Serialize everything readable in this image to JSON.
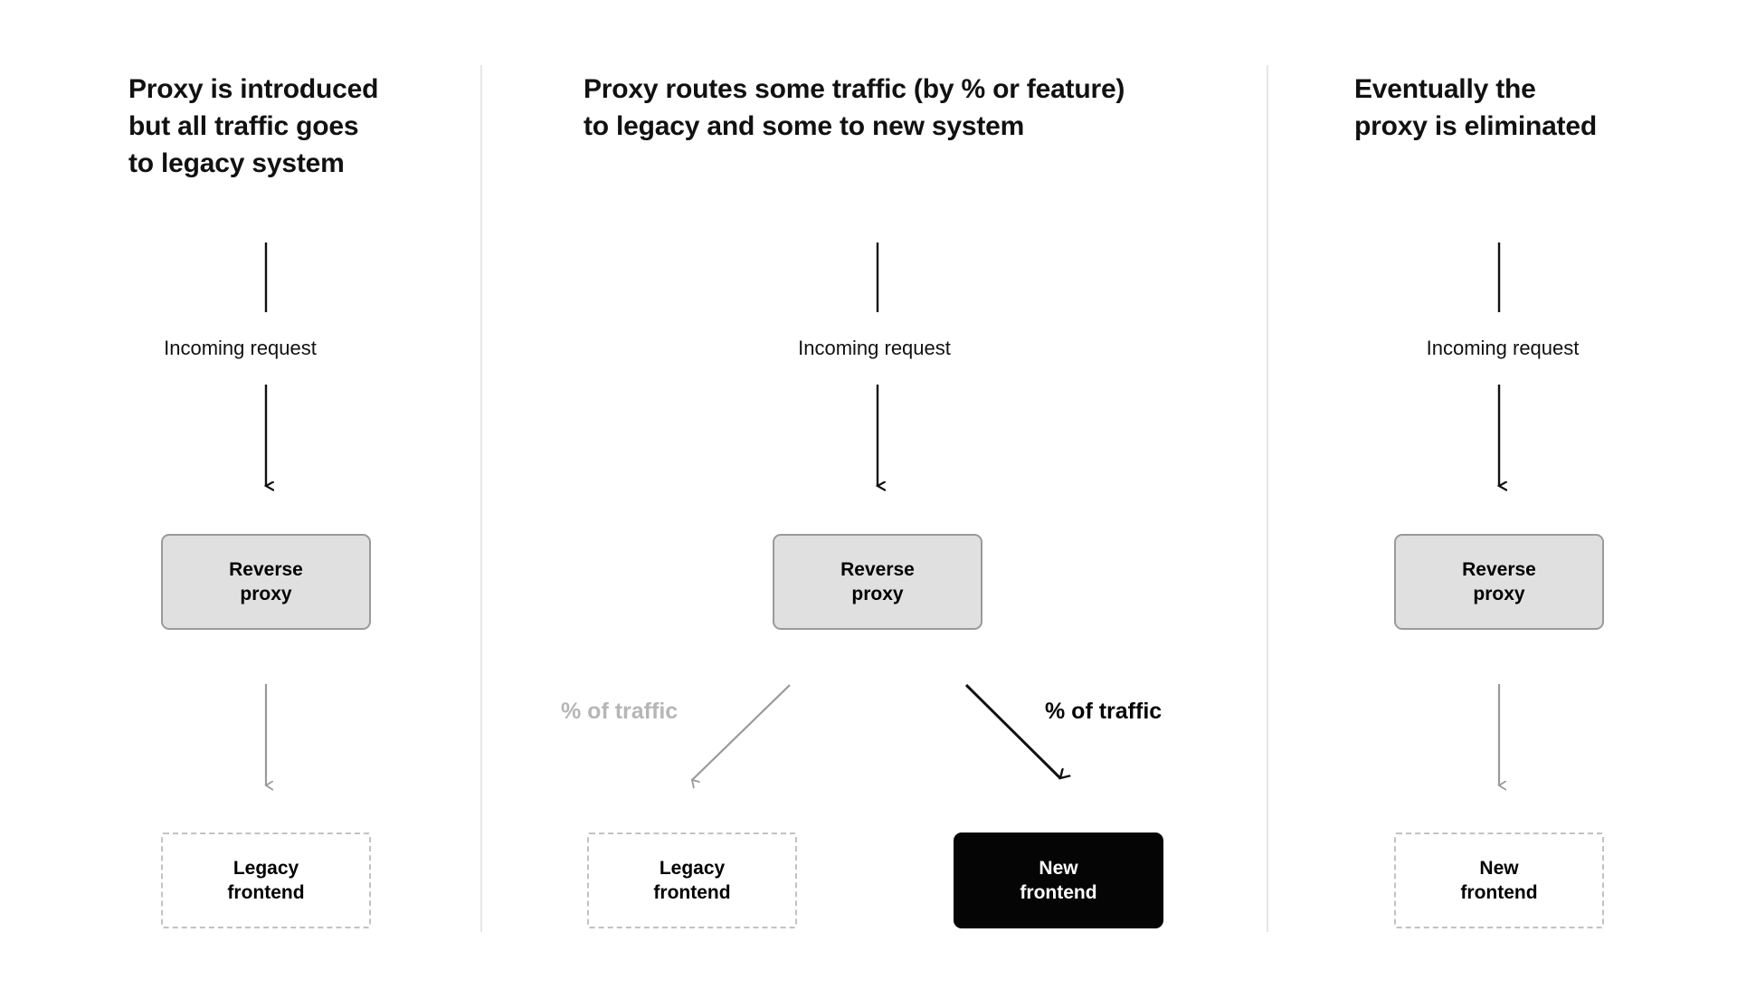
{
  "page": {
    "background": "#ffffff",
    "divider_color": "#e6e6e6"
  },
  "colors": {
    "ink": "#111111",
    "proxy_fill": "#e0e0e0",
    "proxy_border": "#9a9a9a",
    "dashed_border": "#c2c2c2",
    "black_node": "#050505",
    "muted_gray": "#b6b6b6",
    "arrow_gray": "#9a9a9a",
    "arrow_black": "#111111"
  },
  "panels": [
    {
      "id": "panel-1",
      "heading": "Proxy is introduced\nbut all traffic goes\nto legacy system",
      "incoming_label": "Incoming request",
      "proxy_node": "Reverse\nproxy",
      "targets": [
        {
          "label": "Legacy\nfrontend",
          "style": "dashed"
        }
      ]
    },
    {
      "id": "panel-2",
      "heading": "Proxy routes some traffic (by % or feature)\nto legacy and some to new system",
      "incoming_label": "Incoming request",
      "proxy_node": "Reverse\nproxy",
      "split_labels": [
        {
          "text": "% of traffic",
          "emphasis": "muted"
        },
        {
          "text": "% of traffic",
          "emphasis": "strong"
        }
      ],
      "targets": [
        {
          "label": "Legacy\nfrontend",
          "style": "dashed"
        },
        {
          "label": "New\nfrontend",
          "style": "solid-black"
        }
      ]
    },
    {
      "id": "panel-3",
      "heading": "Eventually the\nproxy is eliminated",
      "incoming_label": "Incoming request",
      "proxy_node": "Reverse\nproxy",
      "targets": [
        {
          "label": "New\nfrontend",
          "style": "dashed"
        }
      ]
    }
  ]
}
